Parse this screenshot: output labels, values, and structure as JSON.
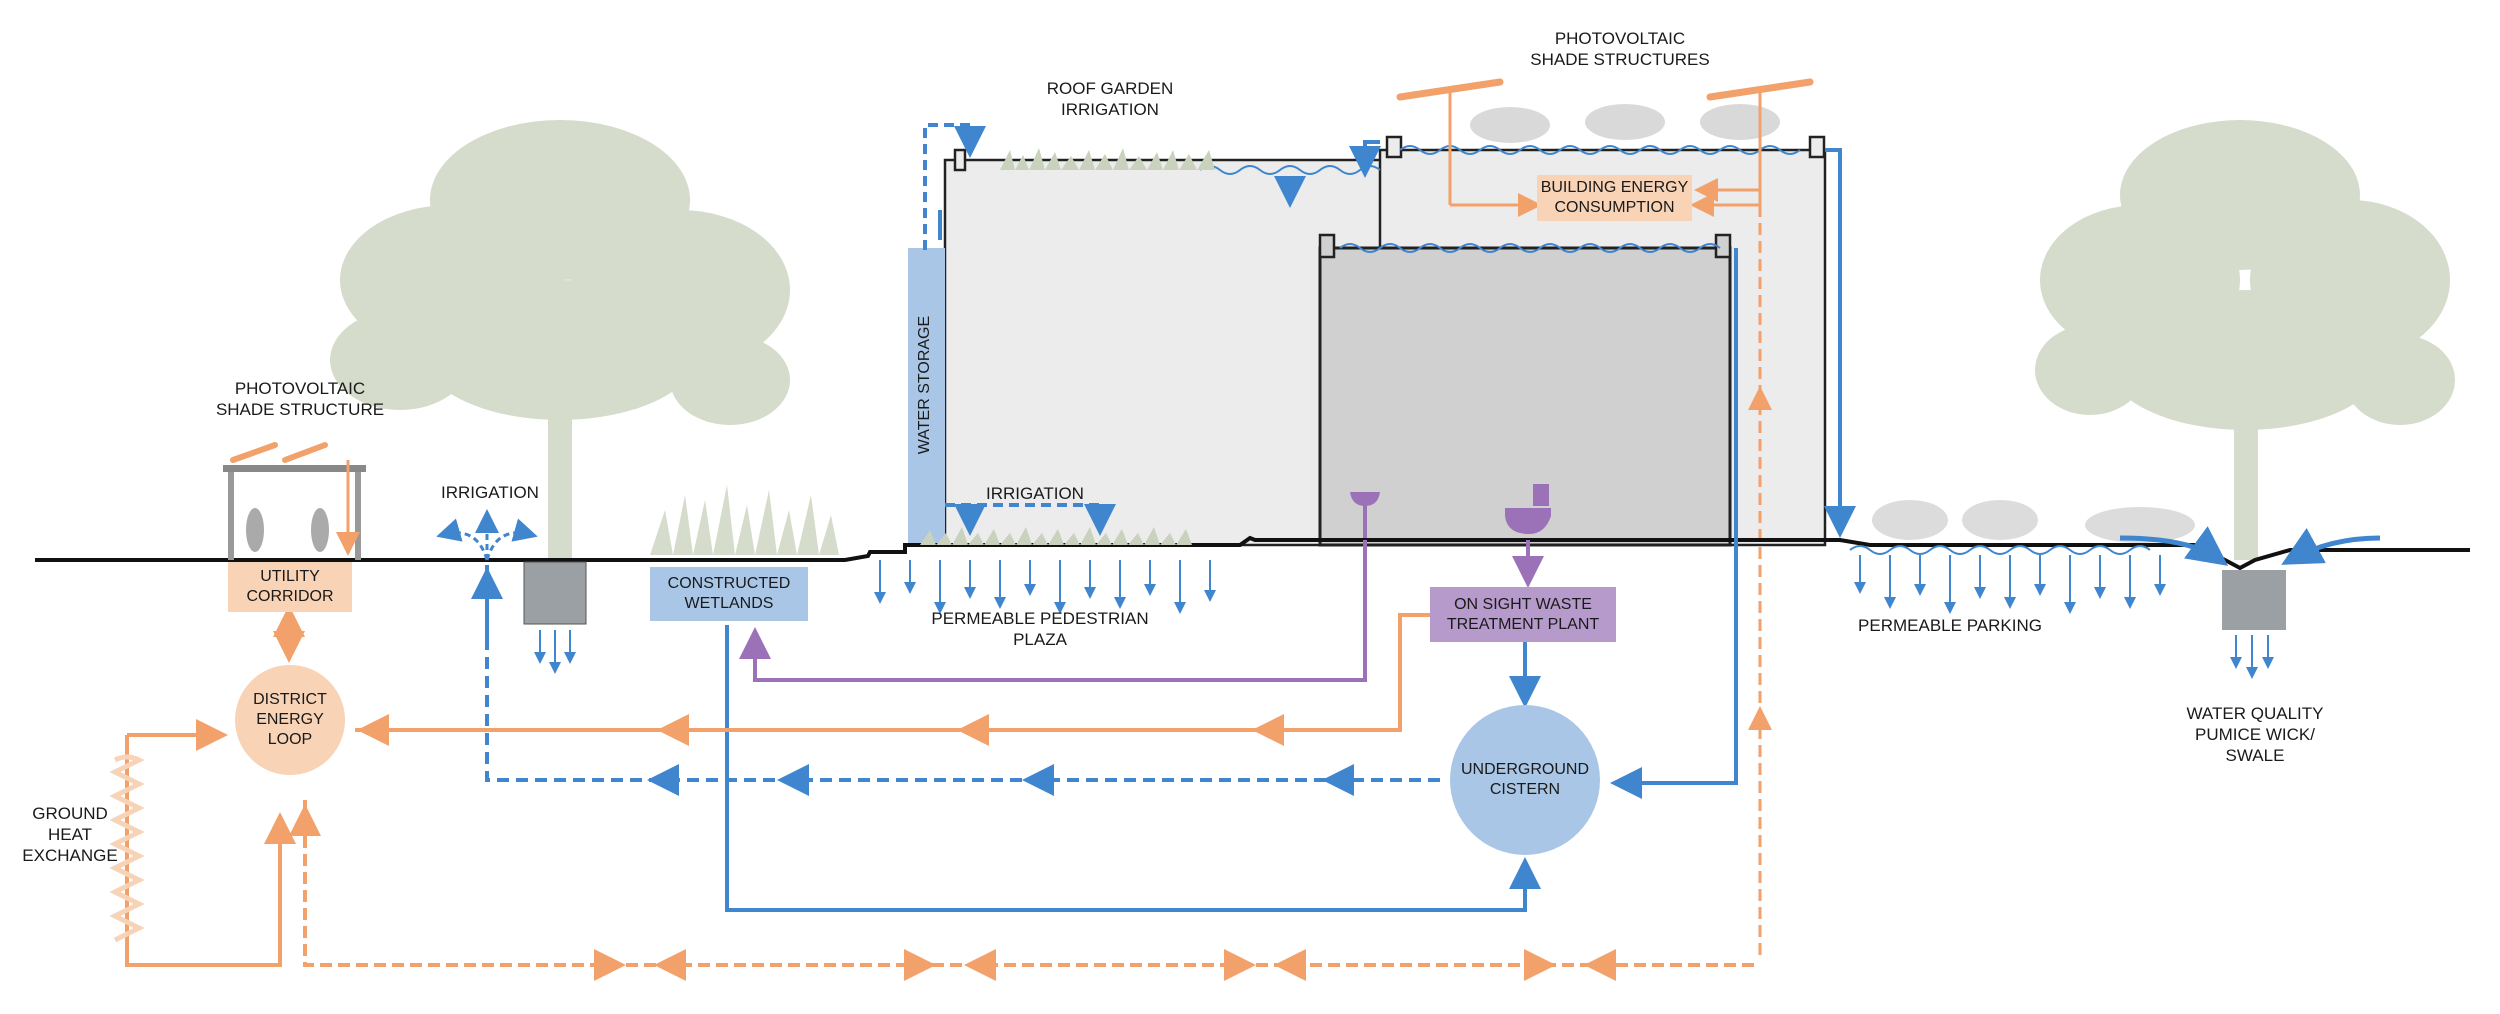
{
  "colors": {
    "water": "#3f86cf",
    "energy": "#f2a16b",
    "waste": "#9b72b8",
    "tree": "#d5dccb",
    "building_light": "#ececec",
    "building_dark": "#d0d0d0",
    "storage": "#a9c6e6",
    "orange_box": "#f8d3b6",
    "blue_box": "#a9c6e6",
    "purple_box": "#b59acb"
  },
  "labels": {
    "pv_shade_structures": "PHOTOVOLTAIC\nSHADE STRUCTURES",
    "roof_garden_irrigation": "ROOF GARDEN\nIRRIGATION",
    "pv_shade_structure": "PHOTOVOLTAIC\nSHADE STRUCTURE",
    "irrigation_left": "IRRIGATION",
    "irrigation_plaza": "IRRIGATION",
    "water_storage": "WATER STORAGE",
    "permeable_plaza": "PERMEABLE PEDESTRIAN\nPLAZA",
    "permeable_parking": "PERMEABLE PARKING",
    "water_quality": "WATER QUALITY\nPUMICE WICK/\nSWALE",
    "ground_heat": "GROUND\nHEAT\nEXCHANGE"
  },
  "boxes": {
    "utility_corridor": "UTILITY\nCORRIDOR",
    "constructed_wetlands": "CONSTRUCTED\nWETLANDS",
    "building_energy": "BUILDING ENERGY\nCONSUMPTION",
    "waste_plant": "ON SIGHT WASTE\nTREATMENT PLANT",
    "district_loop": "DISTRICT\nENERGY\nLOOP",
    "cistern": "UNDERGROUND\nCISTERN"
  }
}
